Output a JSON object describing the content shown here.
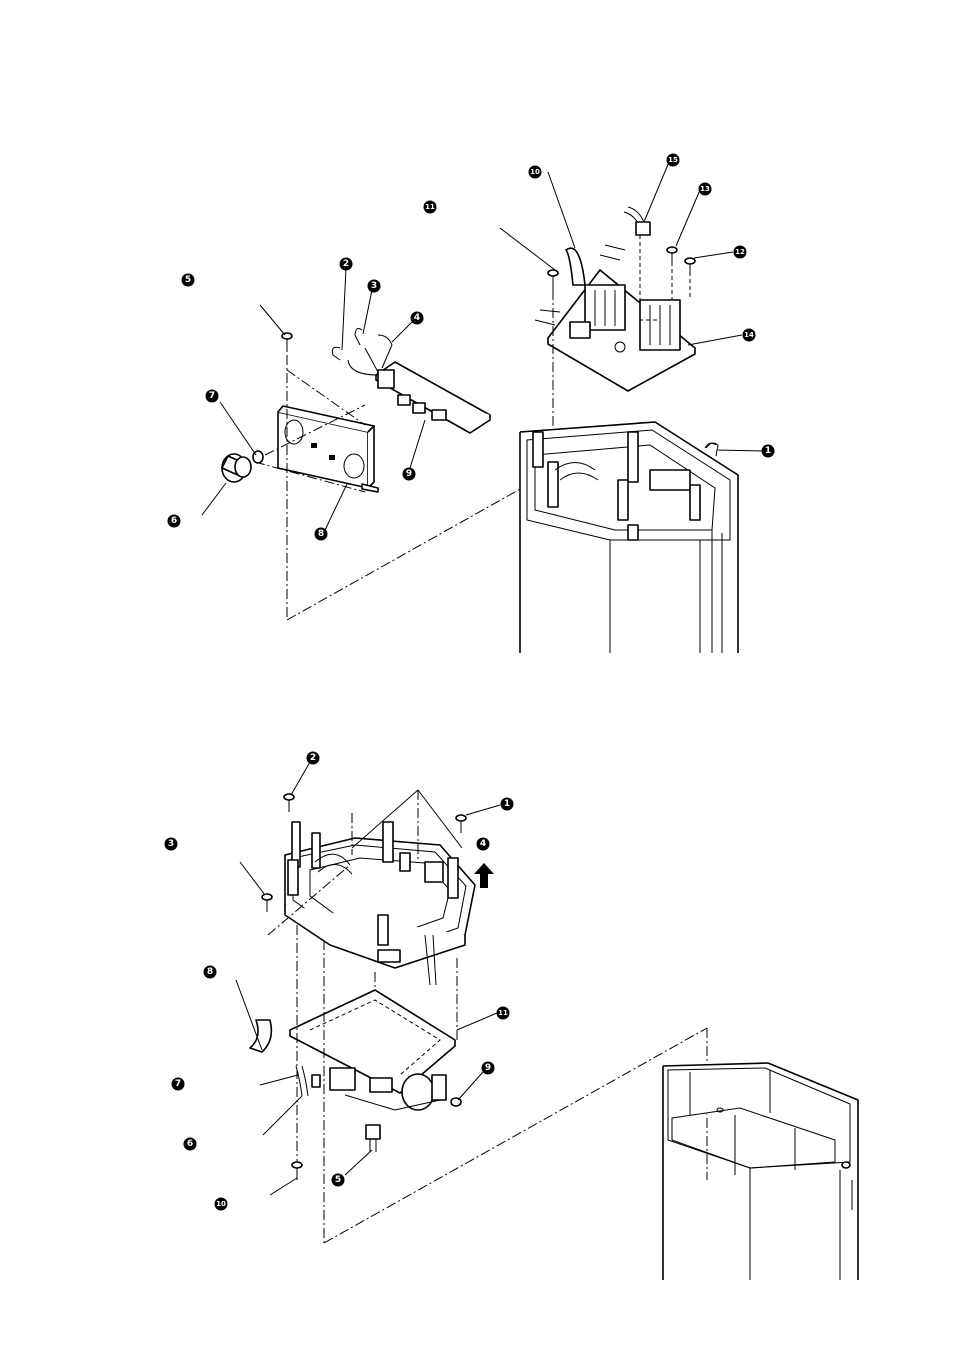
{
  "figure_top": {
    "callouts": [
      "1",
      "2",
      "3",
      "4",
      "5",
      "6",
      "7",
      "8",
      "9",
      "10",
      "11",
      "12",
      "13",
      "14",
      "15"
    ]
  },
  "figure_bottom": {
    "callouts": [
      "1",
      "2",
      "3",
      "4",
      "5",
      "6",
      "7",
      "8",
      "9",
      "10",
      "11"
    ]
  }
}
